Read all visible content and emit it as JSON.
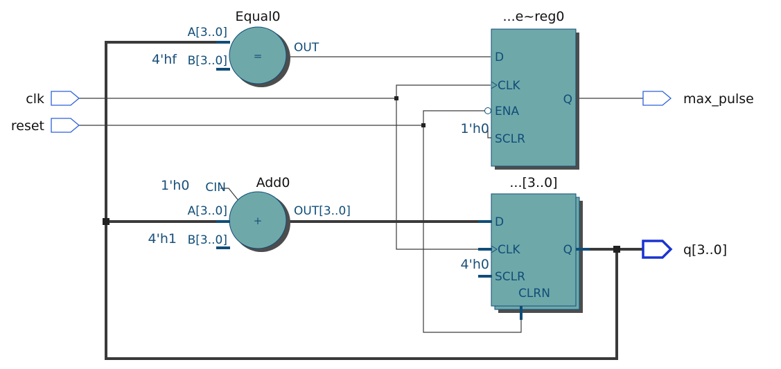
{
  "inputs": {
    "clk": "clk",
    "reset": "reset"
  },
  "outputs": {
    "max_pulse": "max_pulse",
    "q": "q[3..0]"
  },
  "equal0": {
    "name": "Equal0",
    "symbol": "=",
    "pin_a": "A[3..0]",
    "pin_b": "B[3..0]",
    "pin_out": "OUT",
    "const_b": "4'hf"
  },
  "add0": {
    "name": "Add0",
    "symbol": "+",
    "pin_cin": "CIN",
    "pin_a": "A[3..0]",
    "pin_b": "B[3..0]",
    "pin_out": "OUT[3..0]",
    "const_cin": "1'h0",
    "const_b": "4'h1"
  },
  "reg_pulse": {
    "name": "...e~reg0",
    "pin_d": "D",
    "pin_clk": "CLK",
    "pin_ena": "ENA",
    "pin_sclr": "SCLR",
    "pin_q": "Q",
    "const_sclr": "1'h0"
  },
  "reg_q": {
    "name": "...[3..0]",
    "pin_d": "D",
    "pin_clk": "CLK",
    "pin_sclr": "SCLR",
    "pin_clrn": "CLRN",
    "pin_q": "Q",
    "const_sclr": "4'h0"
  },
  "colors": {
    "block_fill": "#6fa8a9",
    "pin_text": "#0f4d78",
    "port_outline": "#2b5fd9",
    "bus_port_outline": "#1a33d1"
  }
}
